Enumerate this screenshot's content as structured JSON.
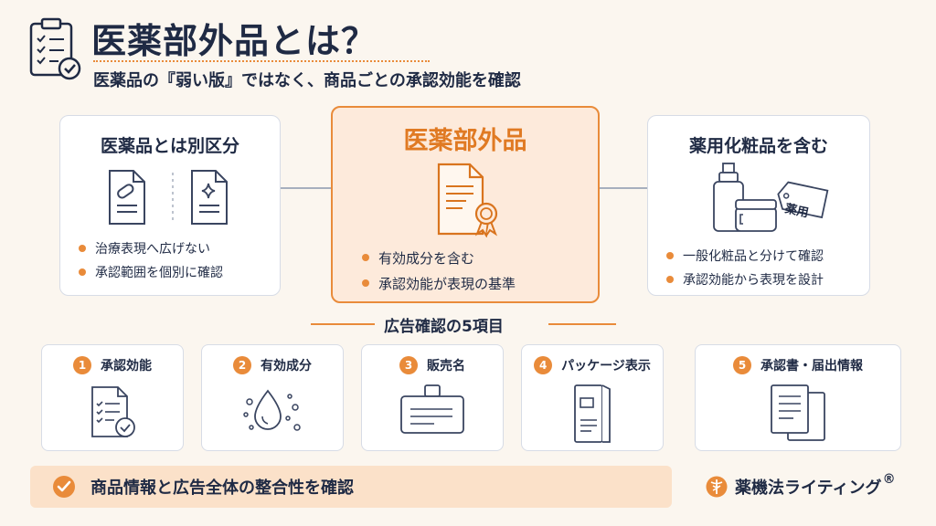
{
  "header": {
    "title": "医薬部外品とは？",
    "subtitle": "医薬品の『弱い版』ではなく、商品ごとの承認効能を確認"
  },
  "cards": {
    "left": {
      "title": "医薬品とは別区分",
      "bullets": [
        "治療表現へ広げない",
        "承認範囲を個別に確認"
      ]
    },
    "center": {
      "title": "医薬部外品",
      "bullets": [
        "有効成分を含む",
        "承認効能が表現の基準"
      ]
    },
    "right": {
      "title": "薬用化粧品を含む",
      "tag": "薬用",
      "bullets": [
        "一般化粧品と分けて確認",
        "承認効能から表現を設計"
      ]
    }
  },
  "section": {
    "title": "広告確認の5項目",
    "items": [
      {
        "num": "1",
        "label": "承認効能"
      },
      {
        "num": "2",
        "label": "有効成分"
      },
      {
        "num": "3",
        "label": "販売名"
      },
      {
        "num": "4",
        "label": "パッケージ表示"
      },
      {
        "num": "5",
        "label": "承認書・届出情報"
      }
    ]
  },
  "footer": {
    "text": "商品情報と広告全体の整合性を確認",
    "brand": "薬機法ライティング",
    "brand_mark": "®"
  },
  "colors": {
    "accent": "#e98b3a",
    "navy": "#1f2a44",
    "background": "#fbf6ef",
    "center_fill": "#fdeadb",
    "footer_fill": "#fbe1c9"
  }
}
